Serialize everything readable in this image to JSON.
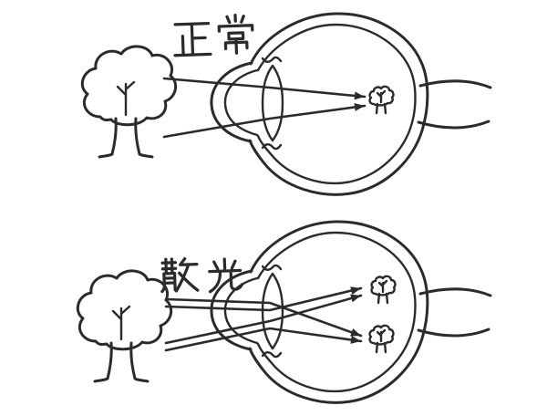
{
  "diagram": {
    "background": "#ffffff",
    "ink_color": "#2b2b2b",
    "panels": [
      {
        "id": "normal-eye",
        "label": "正常"
      },
      {
        "id": "astigmatism-eye",
        "label": "散光"
      }
    ]
  }
}
